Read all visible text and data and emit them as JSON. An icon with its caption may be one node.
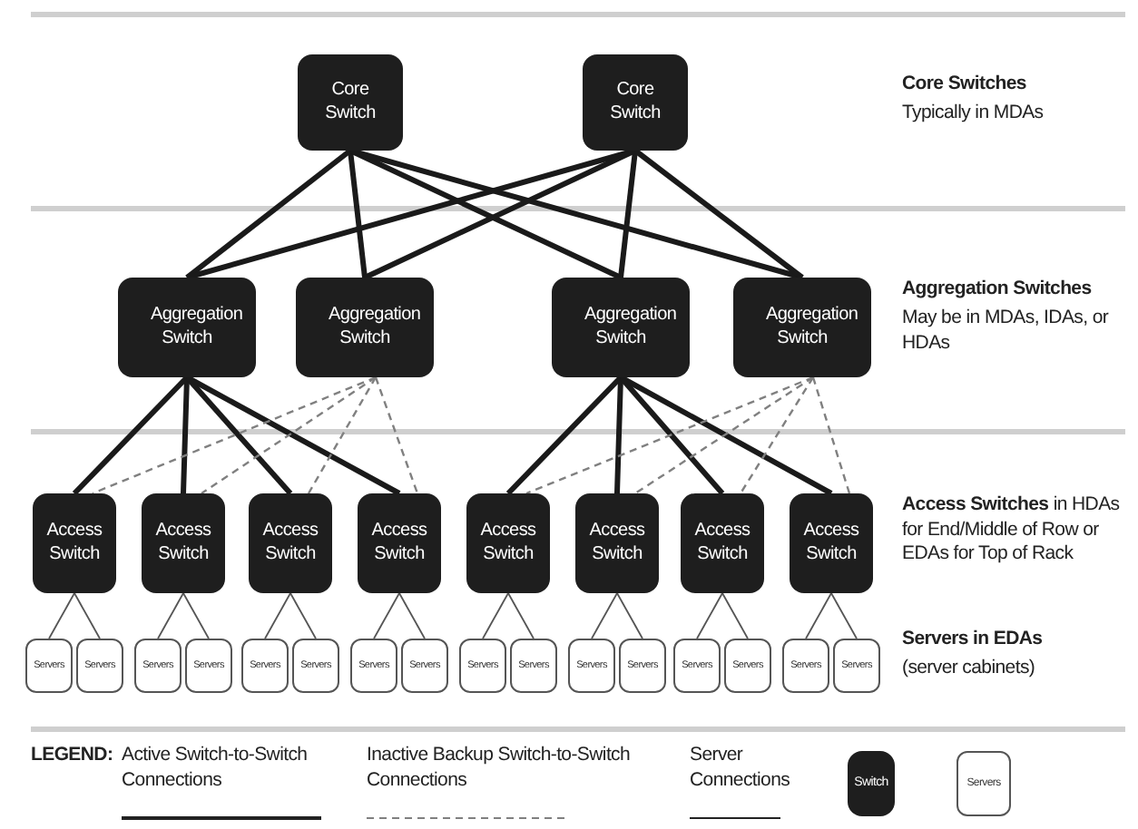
{
  "diagram": {
    "nodes": [
      {
        "text": [
          "Core Switch"
        ]
      },
      {
        "text": [
          "Core Switch"
        ]
      },
      {
        "text": [
          "Aggregation Switch"
        ]
      },
      {
        "text": [
          "Aggregation Switch"
        ]
      },
      {
        "text": [
          "Aggregation Switch"
        ]
      },
      {
        "text": [
          "Aggregation Switch"
        ]
      },
      {
        "text": [
          "Access Switch"
        ]
      },
      {
        "text": [
          "Access Switch"
        ]
      },
      {
        "text": [
          "Access Switch"
        ]
      },
      {
        "text": [
          "Access Switch"
        ]
      },
      {
        "text": [
          "Access Switch"
        ]
      },
      {
        "text": [
          "Access Switch"
        ]
      },
      {
        "text": [
          "Access Switch"
        ]
      },
      {
        "text": [
          "Access Switch"
        ]
      },
      {
        "text": [
          "Servers"
        ]
      },
      {
        "text": [
          "Servers"
        ]
      },
      {
        "text": [
          "Servers"
        ]
      },
      {
        "text": [
          "Servers"
        ]
      },
      {
        "text": [
          "Servers"
        ]
      },
      {
        "text": [
          "Servers"
        ]
      },
      {
        "text": [
          "Servers"
        ]
      },
      {
        "text": [
          "Servers"
        ]
      },
      {
        "text": [
          "Servers"
        ]
      },
      {
        "text": [
          "Servers"
        ]
      },
      {
        "text": [
          "Servers"
        ]
      },
      {
        "text": [
          "Servers"
        ]
      },
      {
        "text": [
          "Servers"
        ]
      },
      {
        "text": [
          "Servers"
        ]
      },
      {
        "text": [
          "Servers"
        ]
      },
      {
        "text": [
          "Servers"
        ]
      }
    ],
    "edges": [
      {
        "from": 0,
        "to": 2,
        "arrow": "none",
        "style": "thick"
      },
      {
        "from": 0,
        "to": 3,
        "arrow": "none",
        "style": "thick"
      },
      {
        "from": 0,
        "to": 4,
        "arrow": "none",
        "style": "thick"
      },
      {
        "from": 0,
        "to": 5,
        "arrow": "none",
        "style": "thick"
      },
      {
        "from": 1,
        "to": 2,
        "arrow": "none",
        "style": "thick"
      },
      {
        "from": 1,
        "to": 3,
        "arrow": "none",
        "style": "thick"
      },
      {
        "from": 1,
        "to": 4,
        "arrow": "none",
        "style": "thick"
      },
      {
        "from": 1,
        "to": 5,
        "arrow": "none",
        "style": "thick"
      },
      {
        "from": 2,
        "to": 6,
        "arrow": "none",
        "style": "thick"
      },
      {
        "from": 2,
        "to": 7,
        "arrow": "none",
        "style": "thick"
      },
      {
        "from": 2,
        "to": 8,
        "arrow": "none",
        "style": "thick"
      },
      {
        "from": 2,
        "to": 9,
        "arrow": "none",
        "style": "thick"
      },
      {
        "from": 3,
        "to": 6,
        "arrow": "none",
        "style": "dashed",
        "color": "#808080"
      },
      {
        "from": 3,
        "to": 7,
        "arrow": "none",
        "style": "dashed",
        "color": "#808080"
      },
      {
        "from": 3,
        "to": 8,
        "arrow": "none",
        "style": "dashed",
        "color": "#808080"
      },
      {
        "from": 3,
        "to": 9,
        "arrow": "none",
        "style": "dashed",
        "color": "#808080"
      },
      {
        "from": 4,
        "to": 10,
        "arrow": "none",
        "style": "thick"
      },
      {
        "from": 4,
        "to": 11,
        "arrow": "none",
        "style": "thick"
      },
      {
        "from": 4,
        "to": 12,
        "arrow": "none",
        "style": "thick"
      },
      {
        "from": 4,
        "to": 13,
        "arrow": "none",
        "style": "thick"
      },
      {
        "from": 5,
        "to": 10,
        "arrow": "none",
        "style": "dashed",
        "color": "#808080"
      },
      {
        "from": 5,
        "to": 11,
        "arrow": "none",
        "style": "dashed",
        "color": "#808080"
      },
      {
        "from": 5,
        "to": 12,
        "arrow": "none",
        "style": "dashed",
        "color": "#808080"
      },
      {
        "from": 5,
        "to": 13,
        "arrow": "none",
        "style": "dashed",
        "color": "#808080"
      },
      {
        "from": 6,
        "to": 14,
        "arrow": "none"
      },
      {
        "from": 6,
        "to": 15,
        "arrow": "none"
      },
      {
        "from": 7,
        "to": 16,
        "arrow": "none"
      },
      {
        "from": 7,
        "to": 17,
        "arrow": "none"
      },
      {
        "from": 8,
        "to": 18,
        "arrow": "none"
      },
      {
        "from": 8,
        "to": 19,
        "arrow": "none"
      },
      {
        "from": 9,
        "to": 20,
        "arrow": "none"
      },
      {
        "from": 9,
        "to": 21,
        "arrow": "none"
      },
      {
        "from": 10,
        "to": 22,
        "arrow": "none"
      },
      {
        "from": 10,
        "to": 23,
        "arrow": "none"
      },
      {
        "from": 11,
        "to": 24,
        "arrow": "none"
      },
      {
        "from": 11,
        "to": 25,
        "arrow": "none"
      },
      {
        "from": 12,
        "to": 26,
        "arrow": "none"
      },
      {
        "from": 12,
        "to": 27,
        "arrow": "none"
      },
      {
        "from": 13,
        "to": 28,
        "arrow": "none"
      },
      {
        "from": 13,
        "to": 29,
        "arrow": "none"
      }
    ],
    "labels": [
      "Core Switches",
      "Typically in MDAs",
      "Aggregation Switches",
      "May be in MDAs, IDAs, or HDAs",
      "**Access Switches** in HDAs for End/Middle of Row or EDAs for Top of Rack",
      "Servers in EDAs",
      "(server cabinets)",
      "LEGEND:"
    ],
    "legend": [
      {
        "text": "Active Switch-to-Switch Connections"
      },
      {
        "text": "Inactive Backup Switch-to-Switch Connections"
      },
      {
        "text": "Server Connections"
      },
      {
        "text": "Switch"
      },
      {
        "text": "Servers"
      }
    ]
  }
}
